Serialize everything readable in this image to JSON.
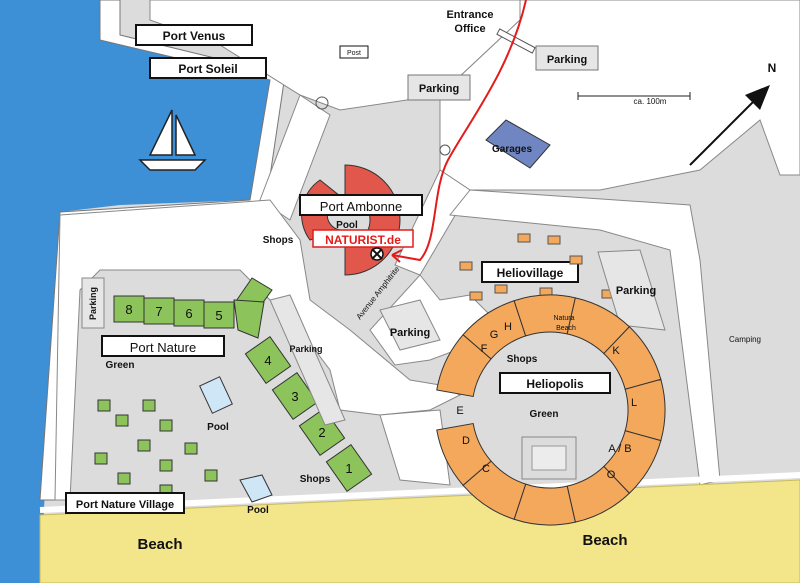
{
  "colors": {
    "sea": "#3d8fd6",
    "road": "#ffffff",
    "ground": "#dcdcdc",
    "beach": "#f3e58a",
    "green_block": "#8cc35b",
    "orange_block": "#f3a85c",
    "red_block": "#e2574c",
    "garages": "#6f86c2",
    "route": "#e41b1b",
    "pool": "#cfe6f7"
  },
  "labels": {
    "port_venus": "Port Venus",
    "port_soleil": "Port Soleil",
    "entrance": "Entrance",
    "office": "Office",
    "post": "Post",
    "parking_top_right": "Parking",
    "parking_top_mid": "Parking",
    "scale": "ca. 100m",
    "north": "N",
    "garages": "Garages",
    "port_ambonne": "Port Ambonne",
    "pool_ambonne": "Pool",
    "naturist": "NATURIST.de",
    "shops_ambonne": "Shops",
    "avenue": "Avenue Amphitrite",
    "heliovillage": "Heliovillage",
    "parking_helio_left": "Parking",
    "parking_helio_right": "Parking",
    "camping": "Camping",
    "parking_left_vertical": "Parking",
    "port_nature": "Port Nature",
    "green_left": "Green",
    "parking_mid": "Parking",
    "pool_nature": "Pool",
    "pool_village": "Pool",
    "shops_nature": "Shops",
    "port_nature_village": "Port Nature Village",
    "beach_left": "Beach",
    "beach_right": "Beach",
    "heliopolis": "Heliopolis",
    "shops_helio": "Shops",
    "green_helio": "Green",
    "natura_beach_1": "Natura",
    "natura_beach_2": "Beach"
  },
  "blocks": {
    "arm_horizontal": [
      "8",
      "7",
      "6",
      "5"
    ],
    "arm_diagonal": [
      "4",
      "3",
      "2",
      "1"
    ],
    "helio_left": [
      "F",
      "G",
      "H"
    ],
    "helio_left_lower": [
      "E",
      "D",
      "C"
    ],
    "helio_right": [
      "K",
      "L",
      "A / B",
      "O"
    ]
  }
}
